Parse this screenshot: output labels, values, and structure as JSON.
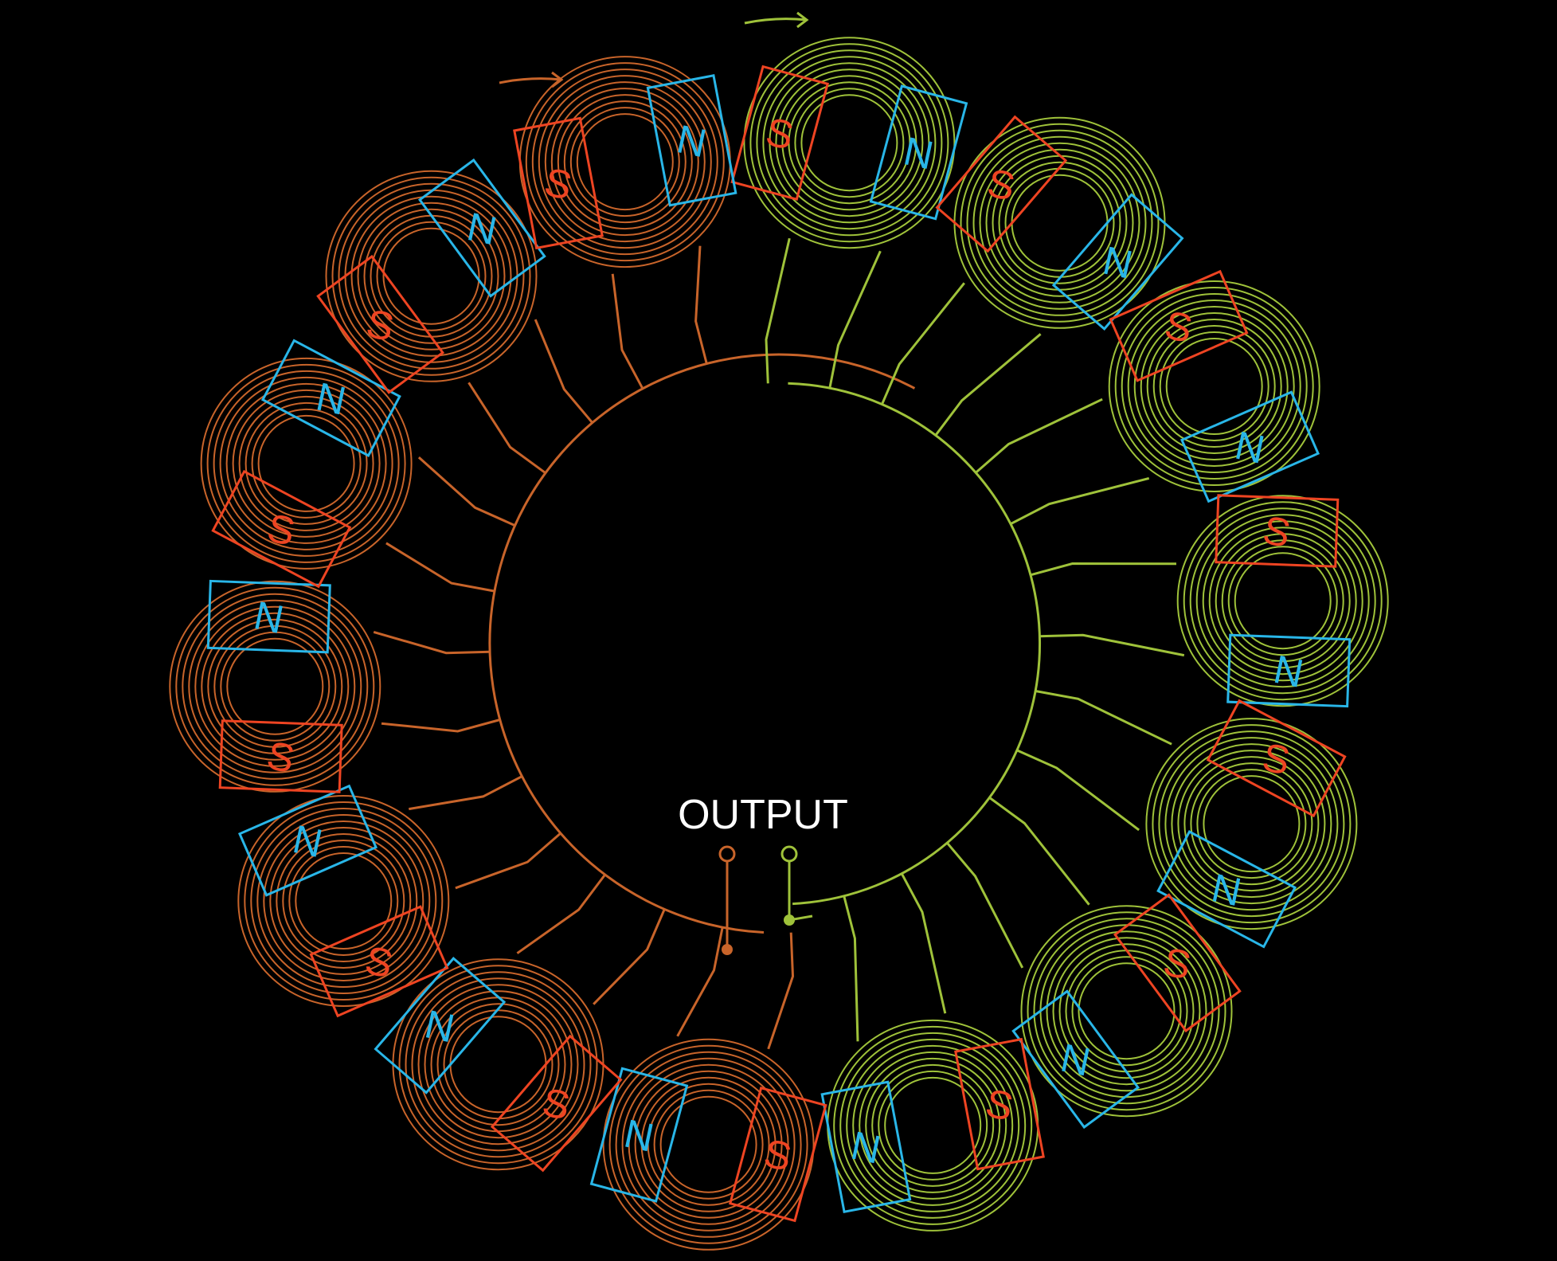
{
  "diagram": {
    "output_label": "OUTPUT",
    "north_label": "N",
    "south_label": "S",
    "colors": {
      "background": "#000000",
      "phase_a": "#c8642a",
      "phase_b": "#9fc23a",
      "north_magnet": "#29b6e8",
      "south_magnet": "#ee4422",
      "label": "#ffffff"
    },
    "coil_count": 14,
    "coils": [
      {
        "id": 0,
        "phase": "b"
      },
      {
        "id": 1,
        "phase": "b"
      },
      {
        "id": 2,
        "phase": "b"
      },
      {
        "id": 3,
        "phase": "b"
      },
      {
        "id": 4,
        "phase": "b"
      },
      {
        "id": 5,
        "phase": "b"
      },
      {
        "id": 6,
        "phase": "b"
      },
      {
        "id": 7,
        "phase": "a"
      },
      {
        "id": 8,
        "phase": "a"
      },
      {
        "id": 9,
        "phase": "a"
      },
      {
        "id": 10,
        "phase": "a"
      },
      {
        "id": 11,
        "phase": "a"
      },
      {
        "id": 12,
        "phase": "a"
      },
      {
        "id": 13,
        "phase": "a"
      }
    ],
    "rotation_arrows": [
      {
        "phase": "a",
        "direction": "clockwise"
      },
      {
        "phase": "b",
        "direction": "clockwise"
      }
    ],
    "output_terminals": [
      {
        "phase": "a"
      },
      {
        "phase": "b"
      }
    ]
  }
}
